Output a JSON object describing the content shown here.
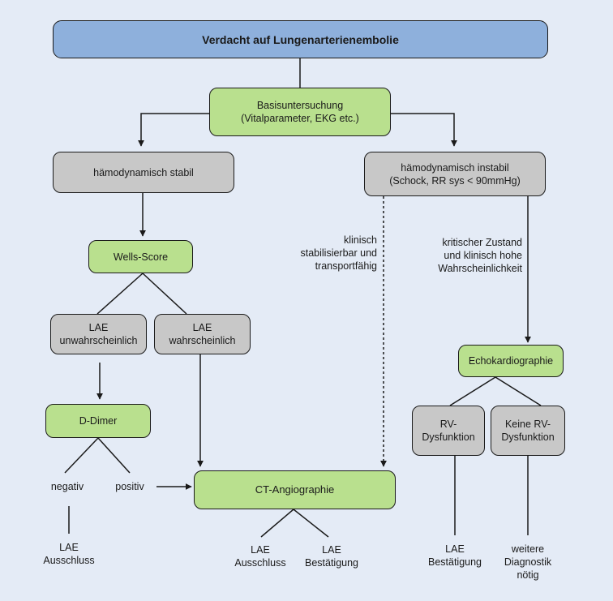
{
  "title": "Verdacht auf Lungenarterienembolie",
  "basis": "Basisuntersuchung\n(Vitalparameter, EKG etc.)",
  "stabil": "hämodynamisch stabil",
  "instabil": "hämodynamisch instabil\n(Schock, RR sys < 90mmHg)",
  "wells": "Wells-Score",
  "lae_unwahr": "LAE\nunwahrscheinlich",
  "lae_wahr": "LAE\nwahrscheinlich",
  "ddimer": "D-Dimer",
  "negativ": "negativ",
  "positiv": "positiv",
  "ddimer_neg_result": "LAE\nAusschluss",
  "ct": "CT-Angiographie",
  "ct_neg": "LAE\nAusschluss",
  "ct_pos": "LAE\nBestätigung",
  "klinisch_stabil": "klinisch\nstabilisierbar und\ntransportfähig",
  "kritisch": "kritischer Zustand\nund klinisch hohe\nWahrscheinlichkeit",
  "echo": "Echokardiographie",
  "rv": "RV-\nDysfunktion",
  "keine_rv": "Keine RV-\nDysfunktion",
  "rv_result": "LAE\nBestätigung",
  "keine_rv_result": "weitere\nDiagnostik\nnötig",
  "colors": {
    "background": "#e4ebf6",
    "header_box": "#8eb0dc",
    "action_box": "#b9e08e",
    "state_box": "#c8c8c8"
  }
}
